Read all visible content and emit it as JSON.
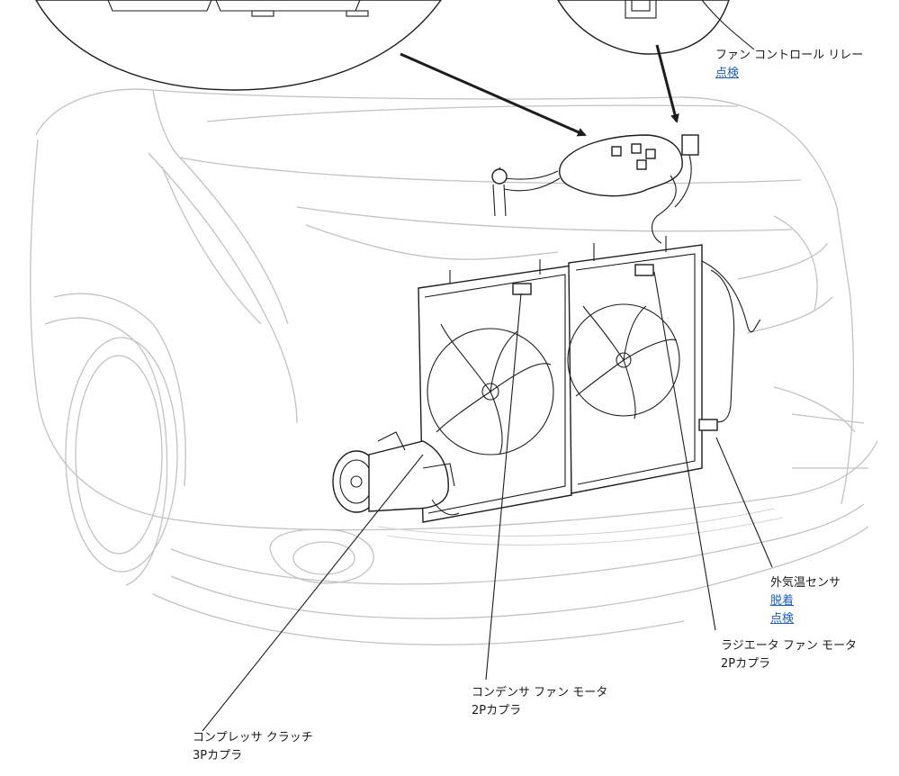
{
  "callouts": {
    "fan_control_relay": {
      "title": "ファン コントロール リレー",
      "links": [
        "点検"
      ]
    },
    "ambient_temp_sensor": {
      "title": "外気温センサ",
      "links": [
        "脱着",
        "点検"
      ]
    },
    "radiator_fan_motor": {
      "title": "ラジエータ ファン モータ",
      "sub": "2Pカプラ"
    },
    "condenser_fan_motor": {
      "title": "コンデンサ ファン モータ",
      "sub": "2Pカプラ"
    },
    "compressor_clutch": {
      "title": "コンプレッサ クラッチ",
      "sub": "3Pカプラ"
    }
  },
  "colors": {
    "link": "#1f5fb5",
    "line": "#1d1d1d",
    "car_outline": "#c2c2c2"
  }
}
